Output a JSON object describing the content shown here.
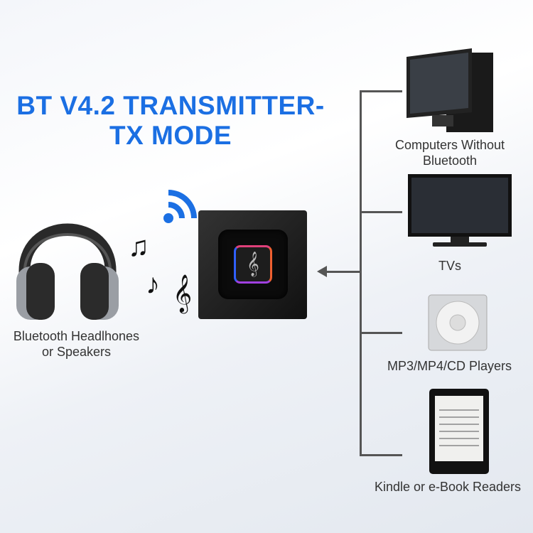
{
  "title": {
    "line1": "BT V4.2 TRANSMITTER-",
    "line2": "TX MODE"
  },
  "source": {
    "label_line1": "Bluetooth Headlhones",
    "label_line2": "or Speakers",
    "icons": [
      "headphones-icon",
      "music-note-icon",
      "treble-clef-icon",
      "wifi-signal-icon"
    ]
  },
  "device": {
    "icon": "treble-clef-icon",
    "glyph": "𝄞"
  },
  "targets": [
    {
      "label_line1": "Computers Without",
      "label_line2": "Bluetooth"
    },
    {
      "label_line1": "TVs",
      "label_line2": ""
    },
    {
      "label_line1": "MP3/MP4/CD Players",
      "label_line2": ""
    },
    {
      "label_line1": "Kindle or e-Book Readers",
      "label_line2": ""
    }
  ],
  "colors": {
    "accent": "#1b6fe3",
    "device": "#1a1a1a"
  }
}
